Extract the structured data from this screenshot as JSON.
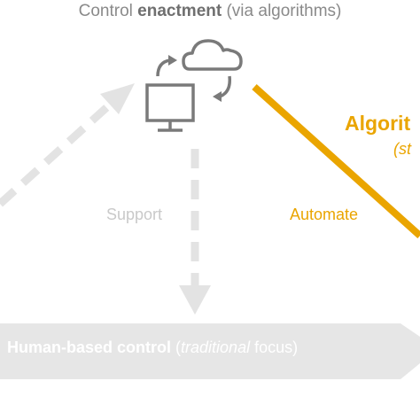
{
  "top": {
    "prefix": "Control ",
    "emphasis": "enactment",
    "suffix": " (via algorithms)"
  },
  "labels": {
    "support": "Support",
    "automate": "Automate",
    "algorithm_partial": "Algorit",
    "algorithm_sub_partial": "(st"
  },
  "bar": {
    "bold": "Human-based control",
    "open": " (",
    "italic": "traditional",
    "rest": " focus)"
  },
  "icons": [
    "cloud-icon",
    "monitor-icon",
    "sync-arrows-icon"
  ],
  "colors": {
    "accent": "#eaa500",
    "icon": "#7a7a7a",
    "dashed": "#e3e3e3",
    "bar": "#e6e6e6",
    "title": "#8a8a8a"
  }
}
